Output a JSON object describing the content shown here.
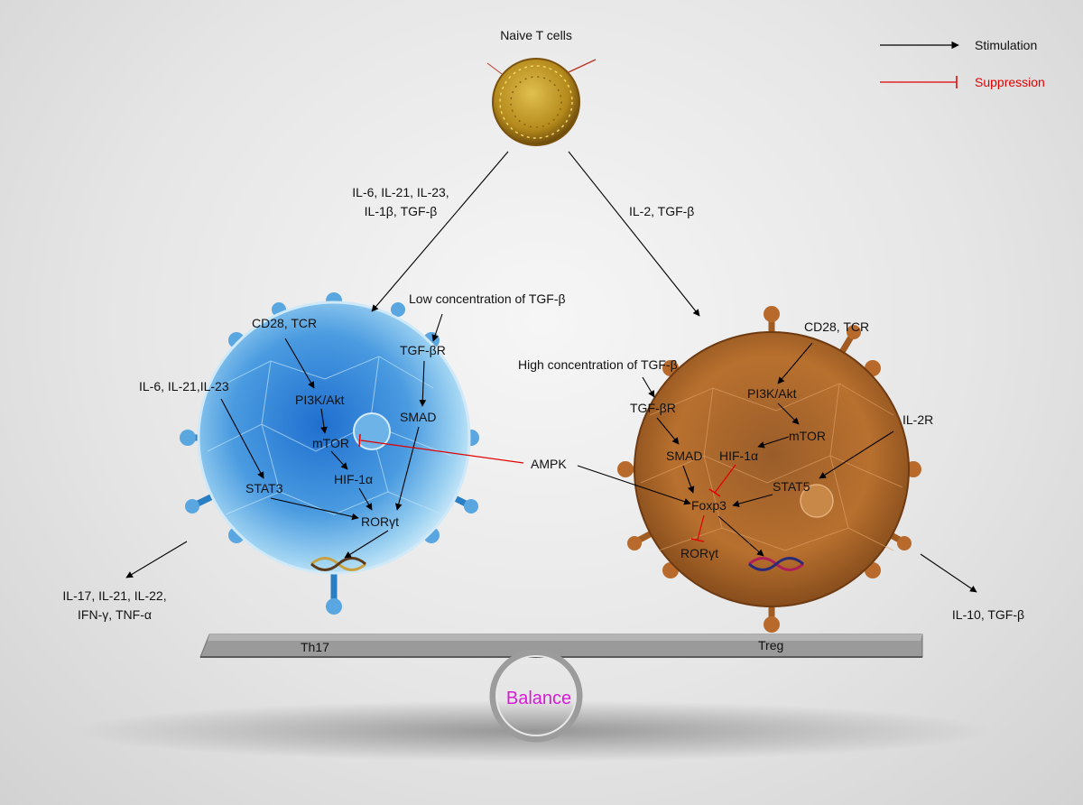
{
  "top": {
    "title": "Naive T cells"
  },
  "legend": {
    "stimulation": "Stimulation",
    "suppression": "Suppression"
  },
  "paths": {
    "left_l1": "IL-6, IL-21, IL-23,",
    "left_l2": "IL-1β, TGF-β",
    "right": "IL-2, TGF-β"
  },
  "th17": {
    "low_tgf": "Low concentration of TGF-β",
    "cd28": "CD28, TCR",
    "tgfbr": "TGF-βR",
    "il6": "IL-6, IL-21,IL-23",
    "pi3k": "PI3K/Akt",
    "smad": "SMAD",
    "mtor": "mTOR",
    "hif": "HIF-1α",
    "stat3": "STAT3",
    "rorgt": "RORγt",
    "out_l1": "IL-17, IL-21, IL-22,",
    "out_l2": "IFN-γ, TNF-α",
    "label": "Th17"
  },
  "center": {
    "ampk": "AMPK"
  },
  "treg": {
    "high_tgf": "High concentration of TGF-β",
    "cd28": "CD28, TCR",
    "tgfbr": "TGF-βR",
    "pi3k": "PI3K/Akt",
    "mtor": "mTOR",
    "il2r": "IL-2R",
    "smad": "SMAD",
    "hif": "HIF-1α",
    "stat5": "STAT5",
    "foxp3": "Foxp3",
    "rorgt": "RORγt",
    "out": "IL-10, TGF-β",
    "label": "Treg"
  },
  "balance": {
    "label": "Balance"
  },
  "colors": {
    "stimulation": "#000000",
    "suppression": "#e00000",
    "th17_cell": "#3f8fd8",
    "treg_cell": "#b8682a",
    "naive_cell": "#b58a1c",
    "balance_text": "#d81ad8"
  }
}
